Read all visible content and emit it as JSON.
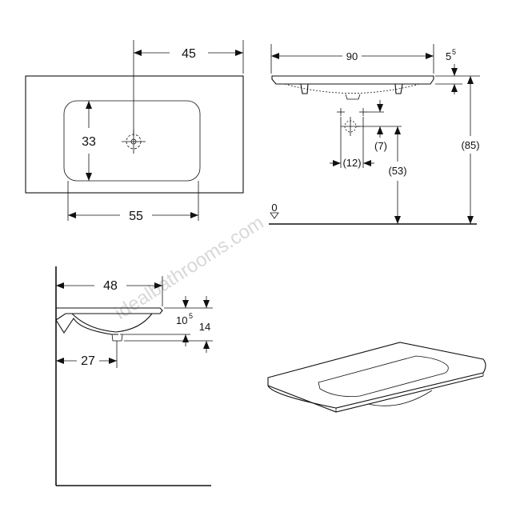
{
  "watermark": "idealbathrooms.com",
  "top_view": {
    "width_label": "55",
    "depth_label": "33",
    "tap_offset_label": "45"
  },
  "front_view": {
    "width_label": "90",
    "rim_label_main": "5",
    "rim_label_sup": "5",
    "height_label": "(85)",
    "waste_height_label": "(53)",
    "waste_drop_label": "(7)",
    "waste_offset_label": "(12)",
    "floor_label": "0"
  },
  "side_view": {
    "depth_label": "48",
    "waste_setback_label": "27",
    "bowl_depth_main": "10",
    "bowl_depth_sup": "5",
    "total_depth_label": "14"
  }
}
